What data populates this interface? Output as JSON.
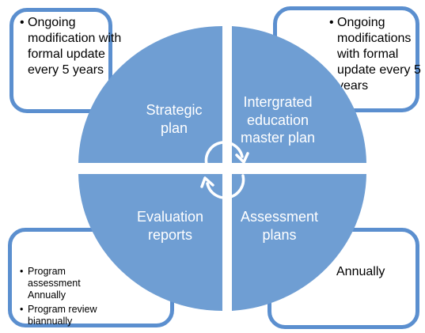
{
  "colors": {
    "quadrant_fill": "#6f9ed3",
    "box_border": "#5b8fcf",
    "label_text": "#ffffff",
    "arrow_color": "#ffffff",
    "box_text": "#000000"
  },
  "quadrants": {
    "top_left": "Strategic\nplan",
    "top_right": "Intergrated\neducation\nmaster plan",
    "bottom_left": "Evaluation\nreports",
    "bottom_right": "Assessment\nplans"
  },
  "boxes": {
    "top_left": [
      "Ongoing modification with formal update every 5 years"
    ],
    "top_right": [
      "Ongoing modifications with formal update every 5 years"
    ],
    "bottom_left": [
      "Program assessment Annually",
      "Program review biannually"
    ],
    "bottom_right": "Annually"
  },
  "cycle_icon": "circular-arrows-icon"
}
